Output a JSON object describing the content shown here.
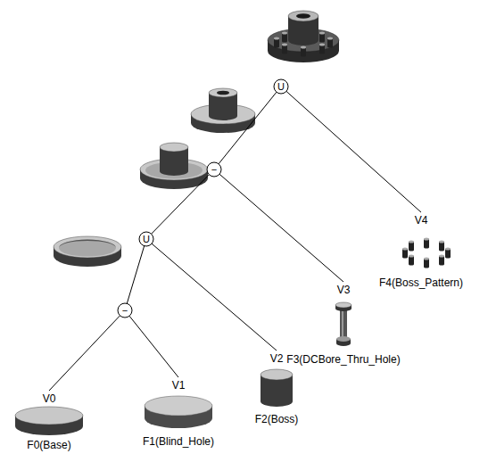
{
  "diagram": {
    "nodes": [
      {
        "text": [
          "U"
        ]
      },
      {
        "text": [
          "−"
        ]
      },
      {
        "text": [
          "U"
        ]
      },
      {
        "text": [
          "−"
        ]
      },
      {
        "text": [
          "V0",
          "F0(Base)"
        ]
      },
      {
        "text": [
          "V1",
          "F1(Blind_Hole)"
        ]
      },
      {
        "text": [
          "V2",
          "F2(Boss)"
        ]
      },
      {
        "text": [
          "V3",
          "F3(DCBore_Thru_Hole)"
        ]
      },
      {
        "text": [
          "V4",
          "F4(Boss_Pattern)"
        ]
      }
    ],
    "edges": [
      {
        "from": 0,
        "to": 1,
        "arrow": "none"
      },
      {
        "from": 0,
        "to": 8,
        "arrow": "none"
      },
      {
        "from": 1,
        "to": 2,
        "arrow": "none"
      },
      {
        "from": 1,
        "to": 7,
        "arrow": "none"
      },
      {
        "from": 2,
        "to": 3,
        "arrow": "none"
      },
      {
        "from": 2,
        "to": 6,
        "arrow": "none"
      },
      {
        "from": 3,
        "to": 4,
        "arrow": "none"
      },
      {
        "from": 3,
        "to": 5,
        "arrow": "none"
      }
    ]
  }
}
